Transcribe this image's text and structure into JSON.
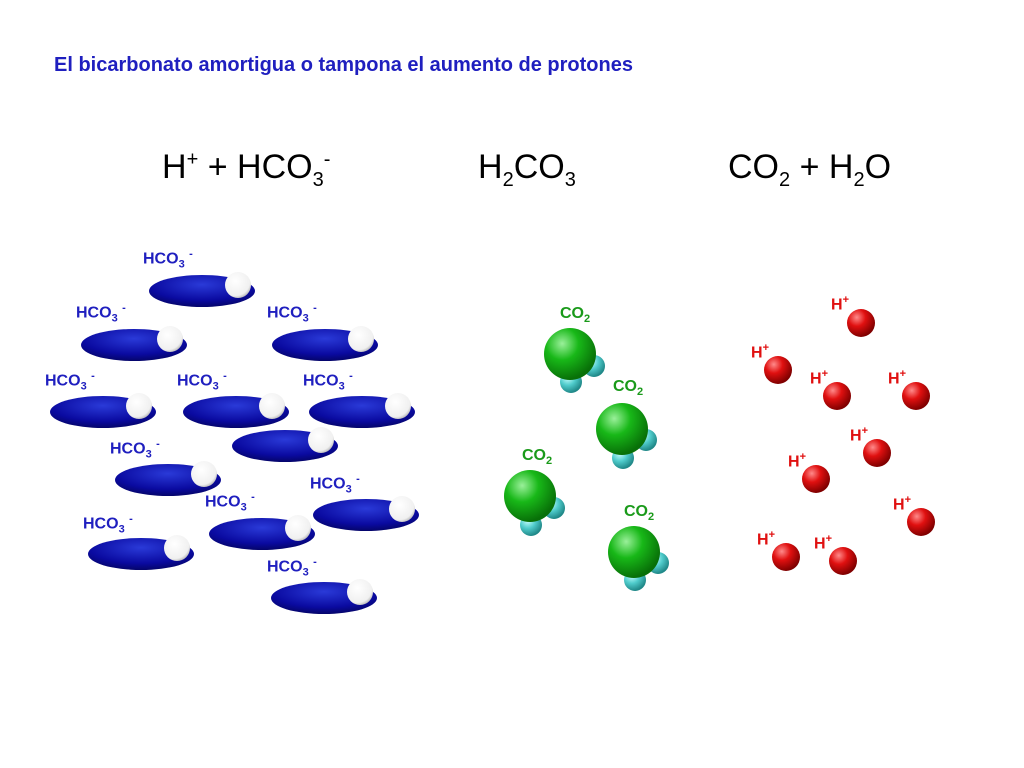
{
  "title": "El bicarbonato amortigua o tampona el aumento de protones",
  "equation": {
    "left": {
      "h": "H",
      "h_charge": "+",
      "plus": "+",
      "hco": "HCO",
      "hco_sub": "3",
      "hco_charge": "-"
    },
    "middle": {
      "h": "H",
      "h_sub": "2",
      "co": "CO",
      "co_sub": "3"
    },
    "right": {
      "co": "CO",
      "co_sub": "2",
      "plus": "+",
      "h": "H",
      "h_sub": "2",
      "o": "O"
    }
  },
  "labels": {
    "hco3": {
      "base": "HCO",
      "sub": "3",
      "charge": "-"
    },
    "co2": {
      "base": "CO",
      "sub": "2"
    },
    "hplus": {
      "base": "H",
      "charge": "+"
    }
  },
  "colors": {
    "title": "#1f1fbf",
    "bicarbonate": "#1010b0",
    "co2_sphere": "#18b018",
    "co2_small": "#50d0d0",
    "proton": "#d01010"
  }
}
